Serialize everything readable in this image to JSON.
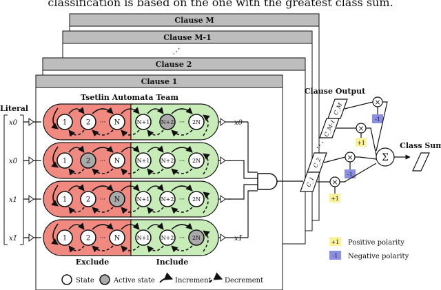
{
  "top_caption": "classification is based on the one with the greatest class sum.",
  "clause_titles": [
    "Clause M",
    "Clause M-1",
    "Clause 2",
    "Clause 1"
  ],
  "vdots": "⋰",
  "team_title": "Tsetlin Automata Team",
  "literal_label": "Literal",
  "literal_inputs": [
    "x0",
    "x0̄",
    "x1",
    "x1̄"
  ],
  "exclude_states": [
    "1",
    "2",
    "N"
  ],
  "include_states": [
    "N+1",
    "N+2",
    "2N"
  ],
  "state_dots": "···",
  "row_active": [
    {
      "exclude": -1,
      "include": 1
    },
    {
      "exclude": 1,
      "include": -1
    },
    {
      "exclude": 2,
      "include": -1
    },
    {
      "exclude": -1,
      "include": 2
    }
  ],
  "exclude_label": "Exclude",
  "include_label": "Include",
  "clause_output_label": "Clause Output",
  "clause_outputs": [
    "C_M",
    "C_M-1",
    "C_2",
    "C_1"
  ],
  "polarities": [
    "-1",
    "+1",
    "-1",
    "+1"
  ],
  "sum_symbol": "Σ",
  "mult_symbol": "⊗",
  "class_sum_label": "Class Sum",
  "legend": {
    "state": "State",
    "active_state": "Active state",
    "increment": "Increment",
    "decrement": "Decrement"
  },
  "polarity_legend": [
    {
      "badge": "+1",
      "label": "Positive polarity"
    },
    {
      "badge": "-1",
      "label": "Negative polarity"
    }
  ],
  "colors": {
    "exclude_fill": "#f08a80",
    "include_fill": "#c8ecb8",
    "panel_header": "#bdbdbd",
    "exclude_text": "#d64545",
    "positive_badge": "#fbf2a0",
    "negative_badge": "#8c8fe0",
    "active_state": "#aaaaaa"
  }
}
